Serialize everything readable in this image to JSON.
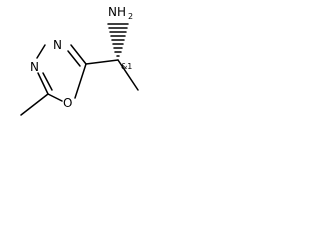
{
  "atoms": {
    "nh2_n": "NH",
    "nh2_sub": "2",
    "ring_n_top": "N",
    "ring_n_left": "N",
    "ring_o": "O"
  },
  "stereo_label": "&1",
  "colors": {
    "bond": "#000000",
    "text": "#000000",
    "background": "#ffffff"
  }
}
